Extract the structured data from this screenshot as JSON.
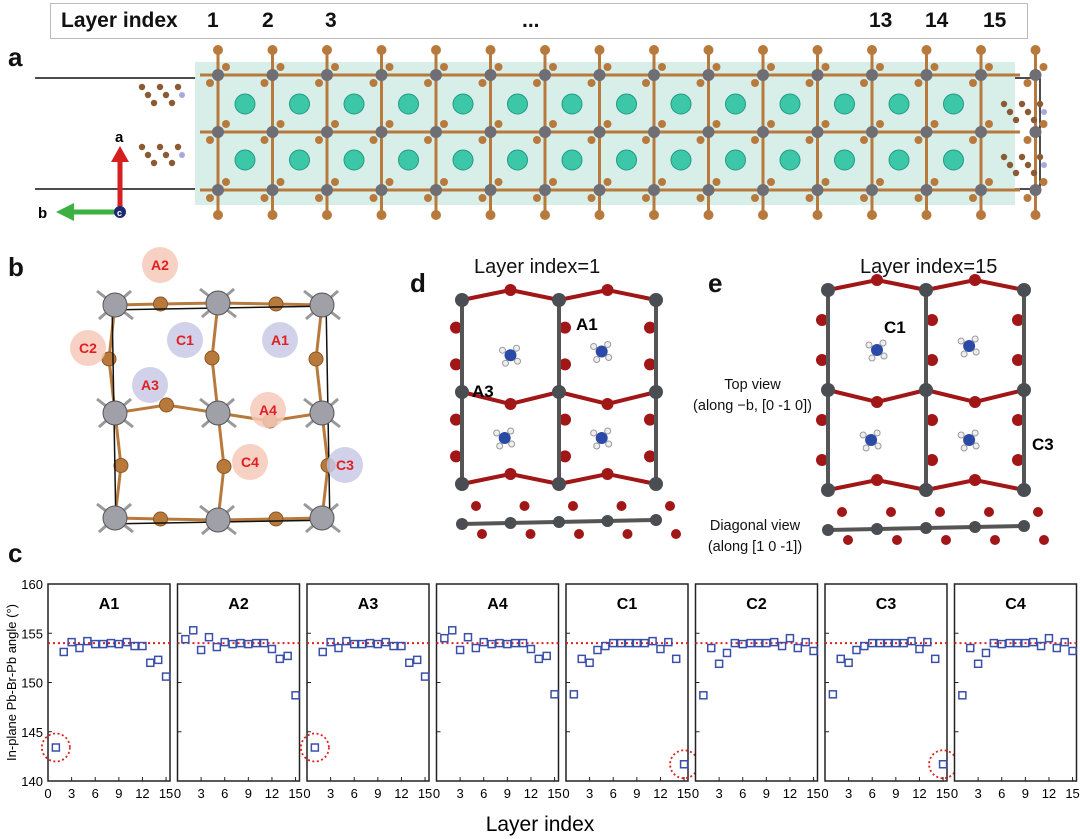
{
  "header": {
    "label": "Layer index",
    "indices": [
      "1",
      "2",
      "3",
      "...",
      "13",
      "14",
      "15"
    ]
  },
  "panels": {
    "a": {
      "label": "a",
      "axes": {
        "a": "a",
        "b": "b",
        "c": "c"
      }
    },
    "b": {
      "label": "b",
      "sites": [
        "A2",
        "A1",
        "C1",
        "C2",
        "A3",
        "A4",
        "C4",
        "C3"
      ]
    },
    "d": {
      "label": "d",
      "title": "Layer index=1",
      "sites": [
        "A1",
        "A3"
      ]
    },
    "e": {
      "label": "e",
      "title": "Layer index=15",
      "sites": [
        "C1",
        "C3"
      ]
    },
    "c": {
      "label": "c"
    }
  },
  "views": {
    "top_line1": "Top view",
    "top_line2": "(along −b, [0 -1 0])",
    "diag_line1": "Diagonal view",
    "diag_line2": "(along [1 0 -1])"
  },
  "colors": {
    "pb": "#6e6e74",
    "br_a": "#b87a3c",
    "br_de": "#a11616",
    "cs": "#3cc8a8",
    "marker": "#3a4fa8",
    "refline": "#e02020",
    "pink_site": "#f6c9b8",
    "purple_site": "#c9c9e6"
  },
  "chart_data": {
    "type": "scatter",
    "xlabel": "Layer index",
    "ylabel": "In-plane Pb-Br-Pb angle (°)",
    "xlim": [
      0,
      15.5
    ],
    "ylim": [
      140,
      160
    ],
    "xticks": [
      "0",
      "3",
      "6",
      "9",
      "12",
      "15"
    ],
    "yticks": [
      "140",
      "145",
      "150",
      "155",
      "160"
    ],
    "reference_line": 154.0,
    "x": [
      1,
      2,
      3,
      4,
      5,
      6,
      7,
      8,
      9,
      10,
      11,
      12,
      13,
      14,
      15
    ],
    "series": [
      {
        "name": "A1",
        "values": [
          143.4,
          153.1,
          154.1,
          153.5,
          154.2,
          153.9,
          153.9,
          154.0,
          153.9,
          154.1,
          153.7,
          153.7,
          152.0,
          152.3,
          150.6
        ],
        "circled": 1
      },
      {
        "name": "A2",
        "values": [
          154.4,
          155.3,
          153.3,
          154.6,
          153.6,
          154.1,
          153.9,
          154.0,
          153.9,
          154.0,
          154.0,
          153.4,
          152.4,
          152.7,
          148.7
        ],
        "circled": null
      },
      {
        "name": "A3",
        "values": [
          143.4,
          153.1,
          154.1,
          153.5,
          154.2,
          153.9,
          153.9,
          154.0,
          153.9,
          154.1,
          153.7,
          153.7,
          152.0,
          152.3,
          150.6
        ],
        "circled": 1
      },
      {
        "name": "A4",
        "values": [
          154.5,
          155.3,
          153.3,
          154.6,
          153.5,
          154.1,
          153.9,
          154.0,
          153.9,
          154.0,
          154.0,
          153.4,
          152.4,
          152.7,
          148.8
        ],
        "circled": null
      },
      {
        "name": "C1",
        "values": [
          148.8,
          152.4,
          152.0,
          153.3,
          153.7,
          154.0,
          154.0,
          154.0,
          154.0,
          154.0,
          154.2,
          153.4,
          154.1,
          152.4,
          141.7
        ],
        "circled": 15
      },
      {
        "name": "C2",
        "values": [
          148.7,
          153.5,
          151.9,
          153.0,
          154.0,
          153.9,
          154.0,
          154.0,
          154.0,
          154.1,
          153.7,
          154.5,
          153.5,
          154.1,
          153.2
        ],
        "circled": null
      },
      {
        "name": "C3",
        "values": [
          148.8,
          152.4,
          152.0,
          153.3,
          153.7,
          154.0,
          154.0,
          154.0,
          154.0,
          154.0,
          154.2,
          153.4,
          154.1,
          152.4,
          141.7
        ],
        "circled": 15
      },
      {
        "name": "C4",
        "values": [
          148.7,
          153.5,
          151.9,
          153.0,
          154.0,
          153.9,
          154.0,
          154.0,
          154.0,
          154.1,
          153.7,
          154.5,
          153.5,
          154.1,
          153.2
        ],
        "circled": null
      }
    ]
  }
}
